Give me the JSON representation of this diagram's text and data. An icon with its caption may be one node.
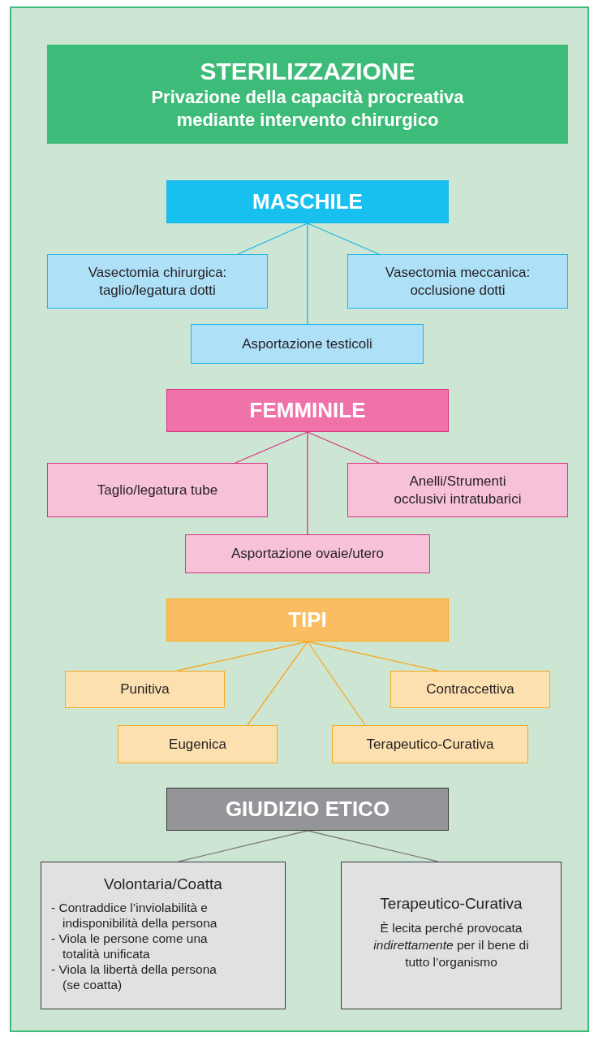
{
  "diagram": {
    "nodes": [
      {
        "text": [
          "STERILIZZAZIONE",
          "Privazione della capacità procreativa mediante intervento chirurgico"
        ]
      },
      {
        "text": [
          "MASCHILE"
        ]
      },
      {
        "text": [
          "Vasectomia chirurgica: taglio/legatura dotti"
        ]
      },
      {
        "text": [
          "Vasectomia meccanica: occlusione dotti"
        ]
      },
      {
        "text": [
          "Asportazione testicoli"
        ]
      },
      {
        "text": [
          "FEMMINILE"
        ]
      },
      {
        "text": [
          "Taglio/legatura tube"
        ]
      },
      {
        "text": [
          "Anelli/Strumenti occlusivi intratubarici"
        ]
      },
      {
        "text": [
          "Asportazione ovaie/utero"
        ]
      },
      {
        "text": [
          "TIPI"
        ]
      },
      {
        "text": [
          "Punitiva"
        ]
      },
      {
        "text": [
          "Contraccettiva"
        ]
      },
      {
        "text": [
          "Eugenica"
        ]
      },
      {
        "text": [
          "Terapeutico-Curativa"
        ]
      },
      {
        "text": [
          "GIUDIZIO ETICO"
        ]
      },
      {
        "text": [
          "Volontaria/Coatta",
          "- Contraddice l’inviolabilità e indisponibilità della persona",
          "- Viola le persone come una totalità unificata",
          "- Viola la libertà della persona (se coatta)"
        ]
      },
      {
        "text": [
          "Terapeutico-Curativa",
          "È lecita perché provocata *indirettamente* per il bene di tutto l’organismo"
        ]
      }
    ],
    "edges": [
      {
        "from": 1,
        "to": 2,
        "arrow": "none",
        "color": "#1bb4e8"
      },
      {
        "from": 1,
        "to": 3,
        "arrow": "none",
        "color": "#1bb4e8"
      },
      {
        "from": 1,
        "to": 4,
        "arrow": "none",
        "color": "#1bb4e8"
      },
      {
        "from": 5,
        "to": 6,
        "arrow": "none",
        "color": "#d6347f"
      },
      {
        "from": 5,
        "to": 7,
        "arrow": "none",
        "color": "#d6347f"
      },
      {
        "from": 5,
        "to": 8,
        "arrow": "none",
        "color": "#d6347f"
      },
      {
        "from": 9,
        "to": 10,
        "arrow": "none",
        "color": "#f7a823"
      },
      {
        "from": 9,
        "to": 11,
        "arrow": "none",
        "color": "#f7a823"
      },
      {
        "from": 9,
        "to": 12,
        "arrow": "none",
        "color": "#f7a823"
      },
      {
        "from": 9,
        "to": 13,
        "arrow": "none",
        "color": "#f7a823"
      },
      {
        "from": 14,
        "to": 15,
        "arrow": "none",
        "color": "#7f7f7f"
      },
      {
        "from": 14,
        "to": 16,
        "arrow": "none",
        "color": "#7f7f7f"
      }
    ]
  }
}
